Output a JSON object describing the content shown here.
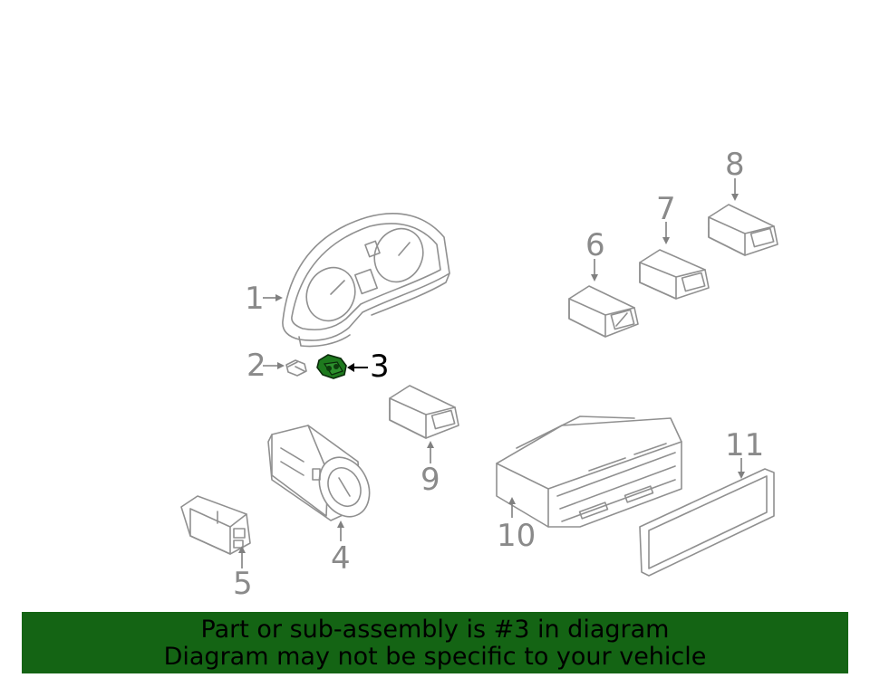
{
  "callouts": {
    "c1": "1",
    "c2": "2",
    "c3": "3",
    "c4": "4",
    "c5": "5",
    "c6": "6",
    "c7": "7",
    "c8": "8",
    "c9": "9",
    "c10": "10",
    "c11": "11"
  },
  "highlighted_part": "3",
  "colors": {
    "highlight": "#146414",
    "banner_bg": "#146414",
    "line": "#909090"
  },
  "banner": {
    "line1": "Part or sub-assembly is #3 in diagram",
    "line2": "Diagram may not be specific to your vehicle"
  }
}
